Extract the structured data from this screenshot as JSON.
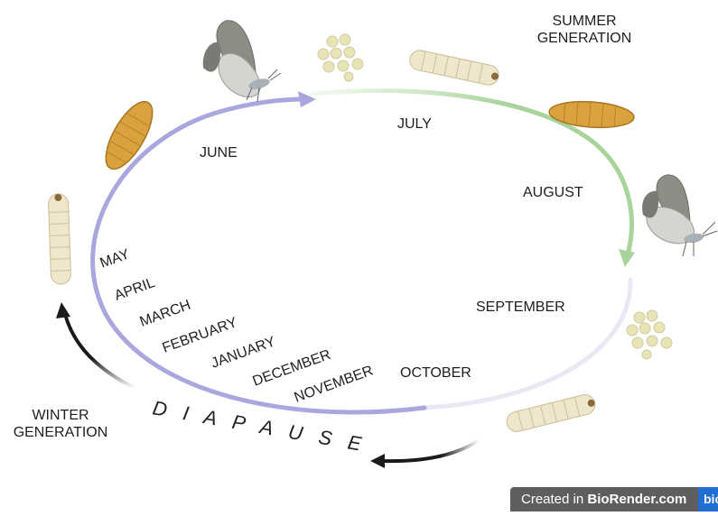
{
  "diagram": {
    "summer_generation": [
      "SUMMER",
      "GENERATION"
    ],
    "winter_generation": [
      "WINTER",
      "GENERATION"
    ],
    "diapause": "D I A P A U S E",
    "months": {
      "june": "JUNE",
      "july": "JULY",
      "august": "AUGUST",
      "september": "SEPTEMBER",
      "october": "OCTOBER",
      "november": "NOVEMBER",
      "december": "DECEMBER",
      "january": "JANUARY",
      "february": "FEBRUARY",
      "march": "MARCH",
      "april": "APRIL",
      "may": "MAY"
    },
    "colors": {
      "cycle_purple": "#a9a7dd",
      "cycle_green": "#a8d39a",
      "pupa": "#d9a23e",
      "larva": "#efe6cc",
      "egg": "#e8e4b6",
      "wing": "#8d8d86",
      "black_arrow": "#1a1a1a"
    }
  },
  "watermark": {
    "prefix": "Created in ",
    "brand": "BioRender.com",
    "logo": "bio"
  }
}
